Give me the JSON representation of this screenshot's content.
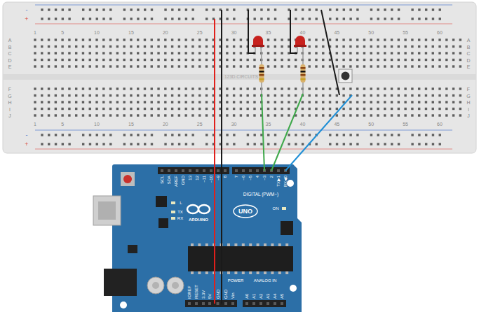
{
  "diagram": {
    "labels": [
      "-",
      "+",
      "1",
      "5",
      "10",
      "15",
      "20",
      "25",
      "30",
      "35",
      "40",
      "45",
      "50",
      "55",
      "60",
      "A",
      "B",
      "C",
      "D",
      "E",
      "A",
      "B",
      "C",
      "D",
      "E",
      "123D.CIRCUITS",
      "F",
      "G",
      "H",
      "I",
      "J",
      "F",
      "G",
      "H",
      "I",
      "J",
      "1",
      "5",
      "10",
      "15",
      "20",
      "25",
      "30",
      "35",
      "40",
      "45",
      "50",
      "55",
      "60",
      "-",
      "+",
      "SCL",
      "SDA",
      "AREF",
      "GND",
      "13",
      "12",
      "~11",
      "~10",
      "~9",
      "8",
      "7",
      "~6",
      "~5",
      "4",
      "~3",
      "2",
      "TX▶1",
      "RX◀0",
      "DIGITAL (PWM~)",
      "L",
      "TX",
      "RX",
      "ARDUINO",
      "UNO",
      "ON",
      "POWER",
      "ANALOG IN",
      "IOREF",
      "RESET",
      "3.3V",
      "5V",
      "GND",
      "GND",
      "Vin",
      "A0",
      "A1",
      "A2",
      "A3",
      "A4",
      "A5"
    ]
  }
}
